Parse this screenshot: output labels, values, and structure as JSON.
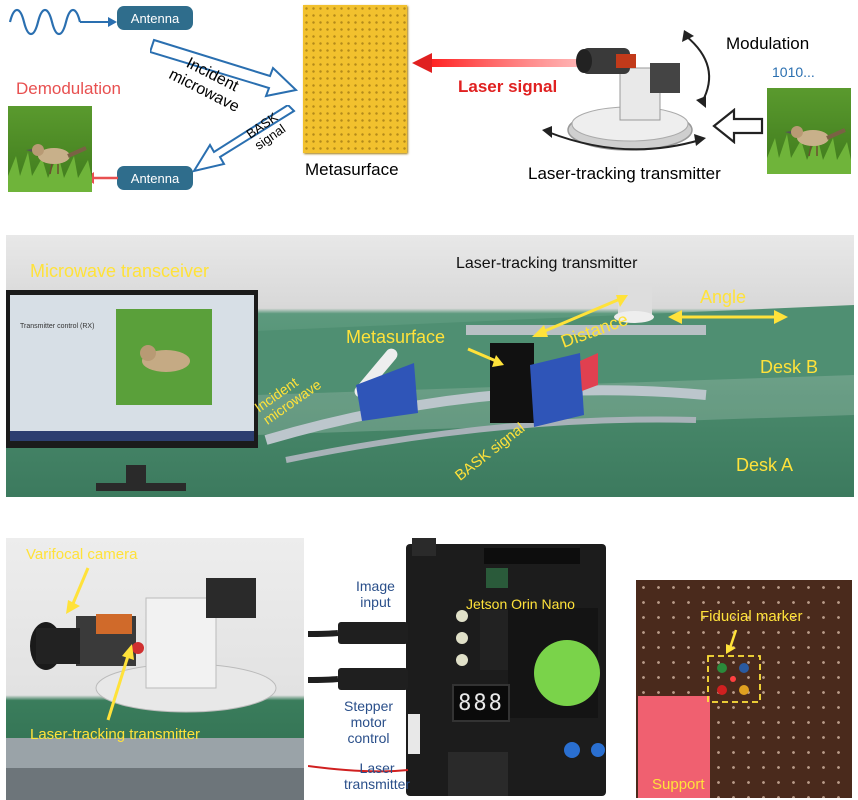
{
  "top": {
    "antenna_top": "Antenna",
    "antenna_bottom": "Antenna",
    "incident_line1": "Incident",
    "incident_line2": "microwave",
    "bask_line1": "BASK",
    "bask_line2": "signal",
    "metasurface": "Metasurface",
    "demodulation": "Demodulation",
    "laser_signal": "Laser signal",
    "modulation": "Modulation",
    "bits": "1010...",
    "transmitter": "Laser-tracking transmitter"
  },
  "setup": {
    "microwave_transceiver": "Microwave transceiver",
    "laser_tracking_transmitter": "Laser-tracking transmitter",
    "angle": "Angle",
    "metasurface": "Metasurface",
    "distance": "Distance",
    "desk_b": "Desk B",
    "desk_a": "Desk A",
    "incident_line1": "Incident",
    "incident_line2": "microwave",
    "bask_signal": "BASK signal",
    "software_title": "Transmitter control (RX)"
  },
  "camera_panel": {
    "varifocal_camera": "Varifocal camera",
    "laser_tracking_transmitter": "Laser-tracking transmitter"
  },
  "board_panel": {
    "image_input_line1": "Image",
    "image_input_line2": "input",
    "jetson": "Jetson Orin Nano",
    "stepper_line1": "Stepper",
    "stepper_line2": "motor",
    "stepper_line3": "control",
    "laser_line1": "Laser",
    "laser_line2": "transmitter",
    "display": "888"
  },
  "marker_panel": {
    "fiducial_marker": "Fiducial marker",
    "support": "Support"
  },
  "colors": {
    "antenna_box": "#2f6d8c",
    "arrow_blue": "#2a6fb0",
    "laser_red": "#e02020",
    "label_yellow": "#ffe23a",
    "metasurface_yellow": "#f2c12e",
    "demodulation_red": "#e85050"
  }
}
